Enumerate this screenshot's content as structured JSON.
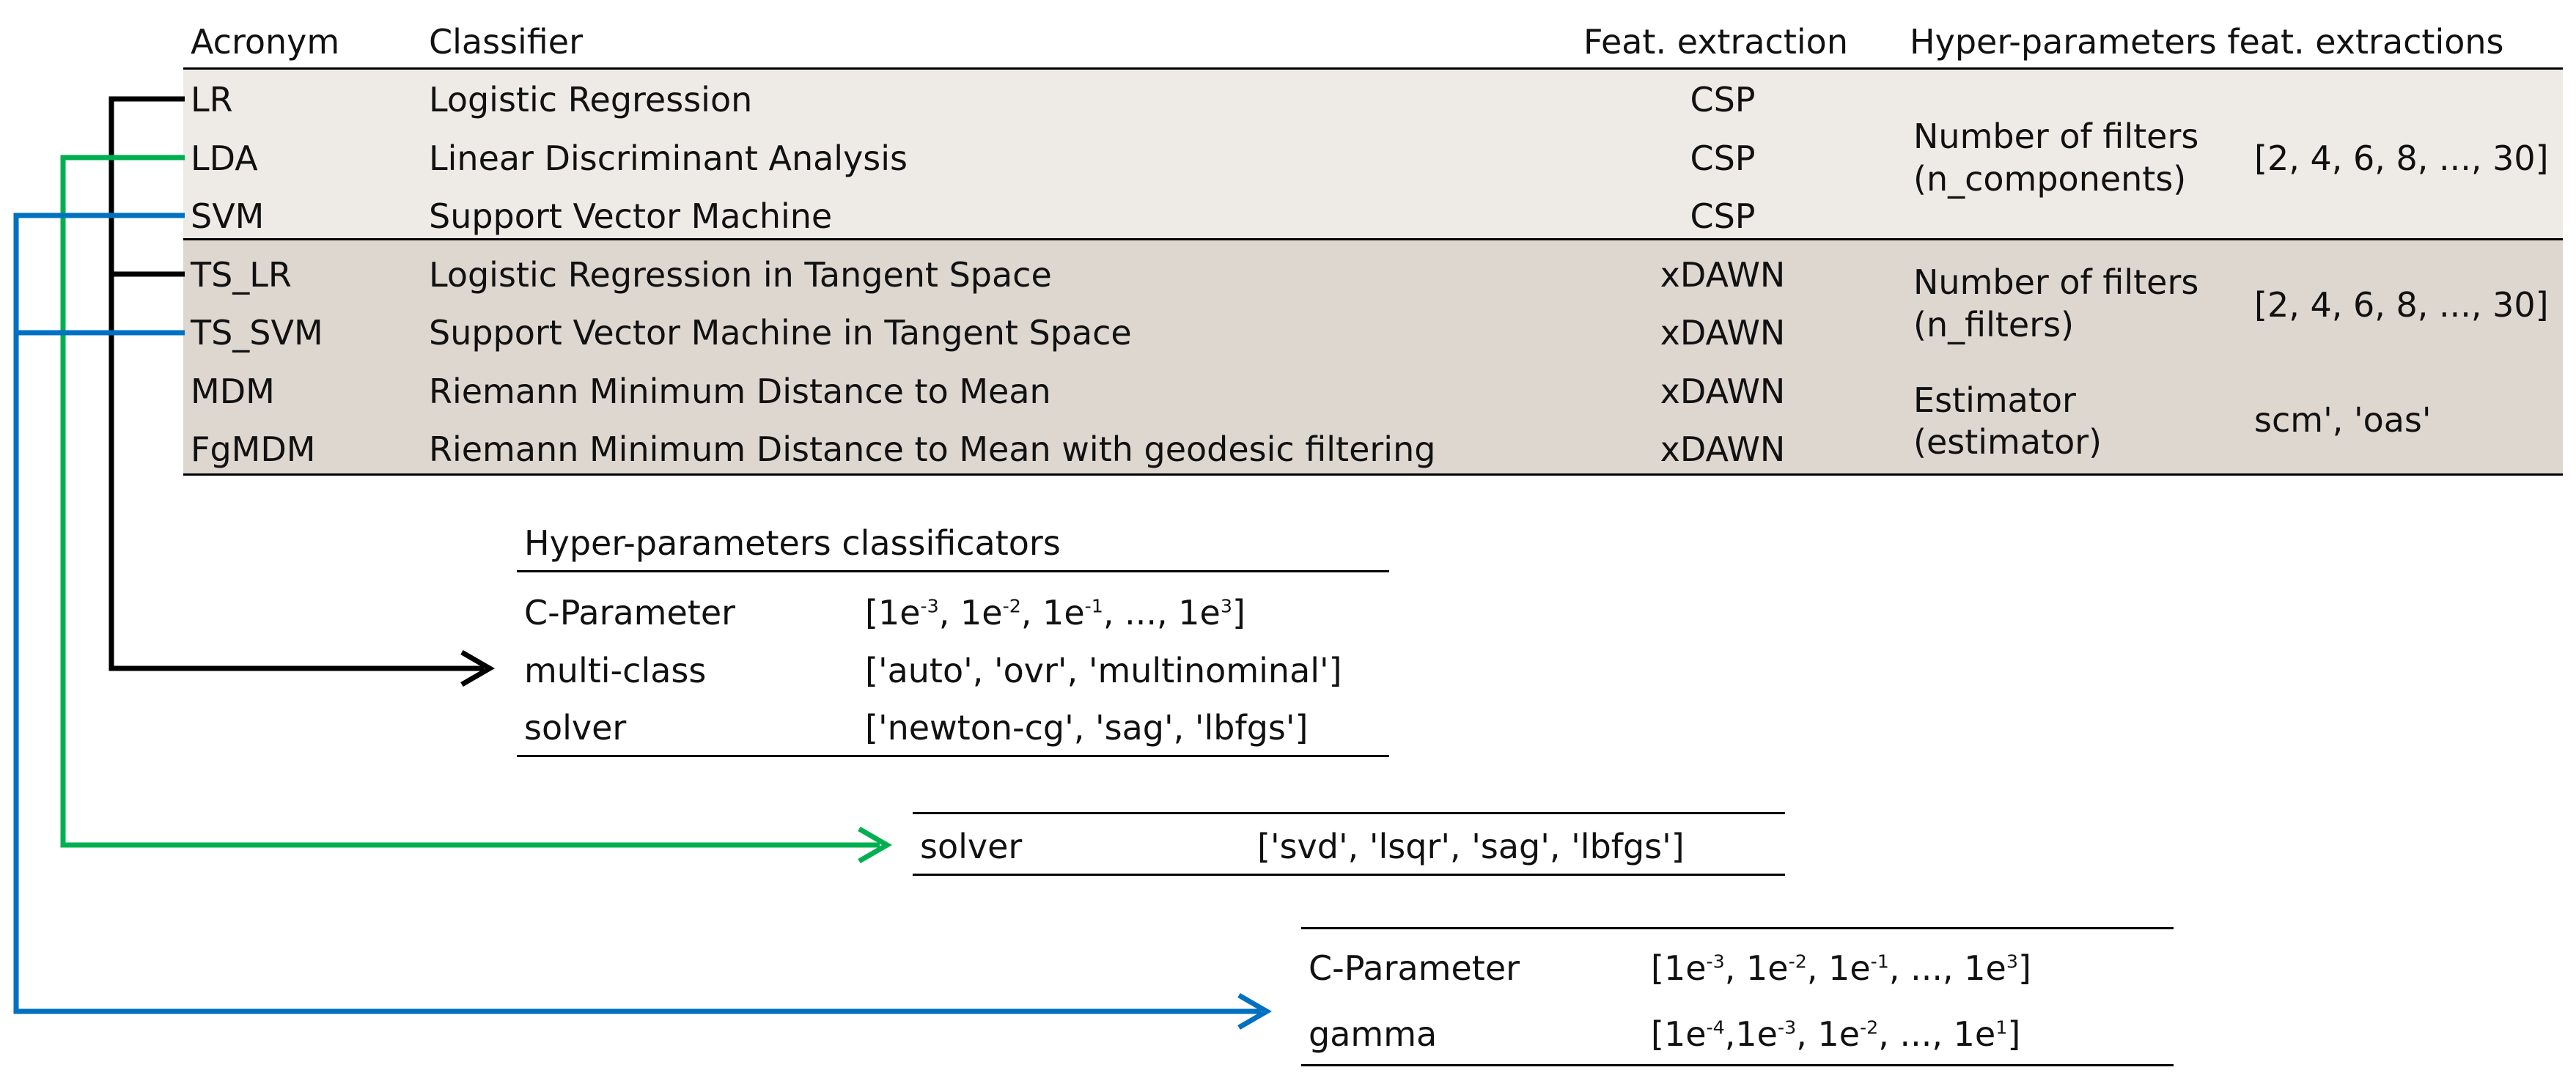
{
  "main_table": {
    "headers": {
      "acronym": "Acronym",
      "classifier": "Classifier",
      "feat_extraction": "Feat. extraction",
      "hyperparams": "Hyper-parameters feat. extractions"
    },
    "rows": [
      {
        "acronym": "LR",
        "classifier": "Logistic Regression",
        "feat": "CSP"
      },
      {
        "acronym": "LDA",
        "classifier": "Linear Discriminant Analysis",
        "feat": "CSP"
      },
      {
        "acronym": "SVM",
        "classifier": "Support Vector Machine",
        "feat": "CSP"
      },
      {
        "acronym": "TS_LR",
        "classifier": "Logistic Regression in Tangent Space",
        "feat": "xDAWN"
      },
      {
        "acronym": "TS_SVM",
        "classifier": "Support Vector Machine in Tangent Space",
        "feat": "xDAWN"
      },
      {
        "acronym": "MDM",
        "classifier": "Riemann Minimum Distance to Mean",
        "feat": "xDAWN"
      },
      {
        "acronym": "FgMDM",
        "classifier": "Riemann Minimum Distance to Mean with geodesic filtering",
        "feat": "xDAWN"
      }
    ],
    "hyper_groups": [
      {
        "name_line1": "Number of filters",
        "name_line2": "(n_components)",
        "values": "[2, 4, 6, 8, ..., 30]"
      },
      {
        "name_line1": "Number of filters",
        "name_line2": "(n_filters)",
        "values": "[2, 4, 6, 8, ..., 30]"
      },
      {
        "name_line1": "Estimator",
        "name_line2": "(estimator)",
        "values": "scm', 'oas'"
      }
    ],
    "colors": {
      "band_csp": "#eeebe7",
      "band_xdawn": "#ddd7d0"
    }
  },
  "lr_table": {
    "title": "Hyper-parameters classificators",
    "rows": [
      {
        "param": "C-Parameter",
        "base": "1e",
        "exps": [
          "-3",
          "-2",
          "-1",
          "3"
        ]
      },
      {
        "param": "multi-class",
        "value": "['auto', 'ovr', 'multinominal']"
      },
      {
        "param": "solver",
        "value": "['newton-cg', 'sag', 'lbfgs']"
      }
    ]
  },
  "lda_table": {
    "rows": [
      {
        "param": "solver",
        "value": "['svd', 'lsqr', 'sag', 'lbfgs']"
      }
    ]
  },
  "svm_table": {
    "rows": [
      {
        "param": "C-Parameter",
        "base": "1e",
        "exps": [
          "-3",
          "-2",
          "-1",
          "3"
        ]
      },
      {
        "param": "gamma",
        "base": "1e",
        "exps": [
          "-4",
          "-3",
          "-2",
          "1"
        ]
      }
    ]
  },
  "connectors": {
    "lr_color": "#000000",
    "lda_color": "#00b050",
    "svm_color": "#0070c0"
  }
}
